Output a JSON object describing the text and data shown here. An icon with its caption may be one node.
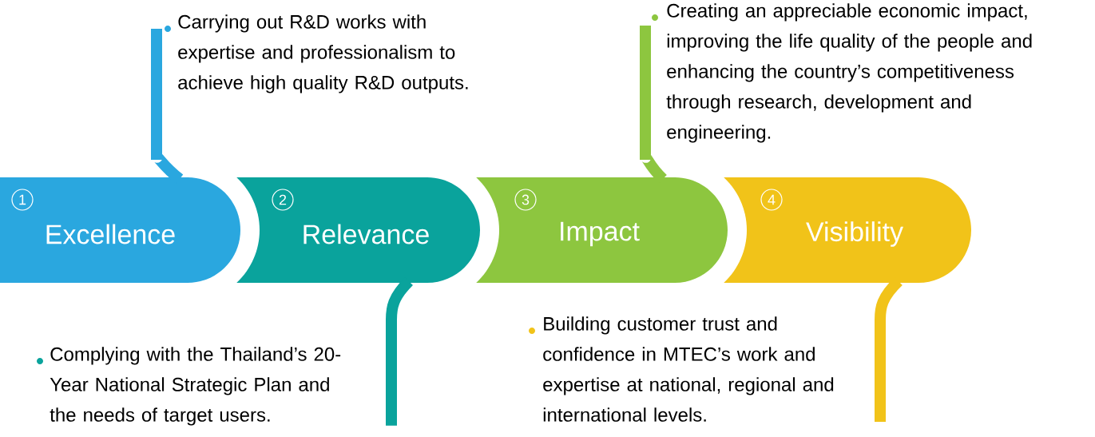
{
  "diagram": {
    "nodes": [
      {
        "text": [
          "1",
          "Excellence"
        ]
      },
      {
        "text": [
          "2",
          "Relevance"
        ]
      },
      {
        "text": [
          "3",
          "Impact"
        ]
      },
      {
        "text": [
          "4",
          "Visibility"
        ]
      },
      {
        "text": [
          "Carrying out R&D works with expertise and professionalism to achieve high quality R&D outputs."
        ]
      },
      {
        "text": [
          "Complying with the Thailand’s 20-Year National Strategic Plan and the needs of target users."
        ]
      },
      {
        "text": [
          "Creating an appreciable economic impact, improving the life quality of the people and enhancing the country’s competitiveness through research, development and engineering."
        ]
      },
      {
        "text": [
          "Building customer trust and confidence in MTEC’s work and expertise at national, regional and international levels."
        ]
      }
    ],
    "edges": [
      {
        "from": 0,
        "to": 4,
        "arrow": "none",
        "color": "#2aa7df"
      },
      {
        "from": 1,
        "to": 5,
        "arrow": "none",
        "color": "#0aa39c"
      },
      {
        "from": 2,
        "to": 6,
        "arrow": "none",
        "color": "#8dc63f"
      },
      {
        "from": 3,
        "to": 7,
        "arrow": "none",
        "color": "#f1c319"
      }
    ]
  }
}
